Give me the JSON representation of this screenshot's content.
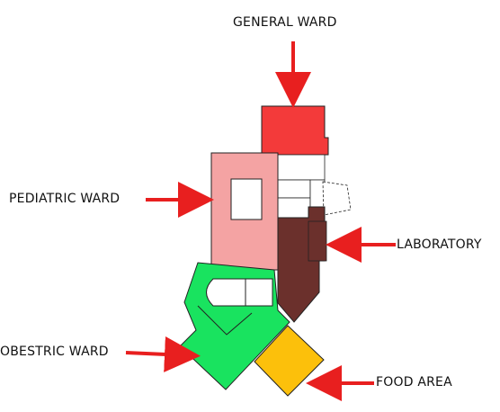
{
  "diagram": {
    "labels": {
      "general_ward": "GENERAL WARD",
      "pediatric_ward": "PEDIATRIC WARD",
      "laboratory": "LABORATORY",
      "obestric_ward": "OBESTRIC WARD",
      "food_area": "FOOD AREA"
    },
    "colors": {
      "general_ward": "#f33a3a",
      "pediatric_ward": "#f4a3a3",
      "laboratory": "#6b302c",
      "obestric_ward": "#19e35f",
      "food_area": "#fcc00b",
      "arrow": "#e81f1f",
      "outline": "#222222"
    }
  }
}
